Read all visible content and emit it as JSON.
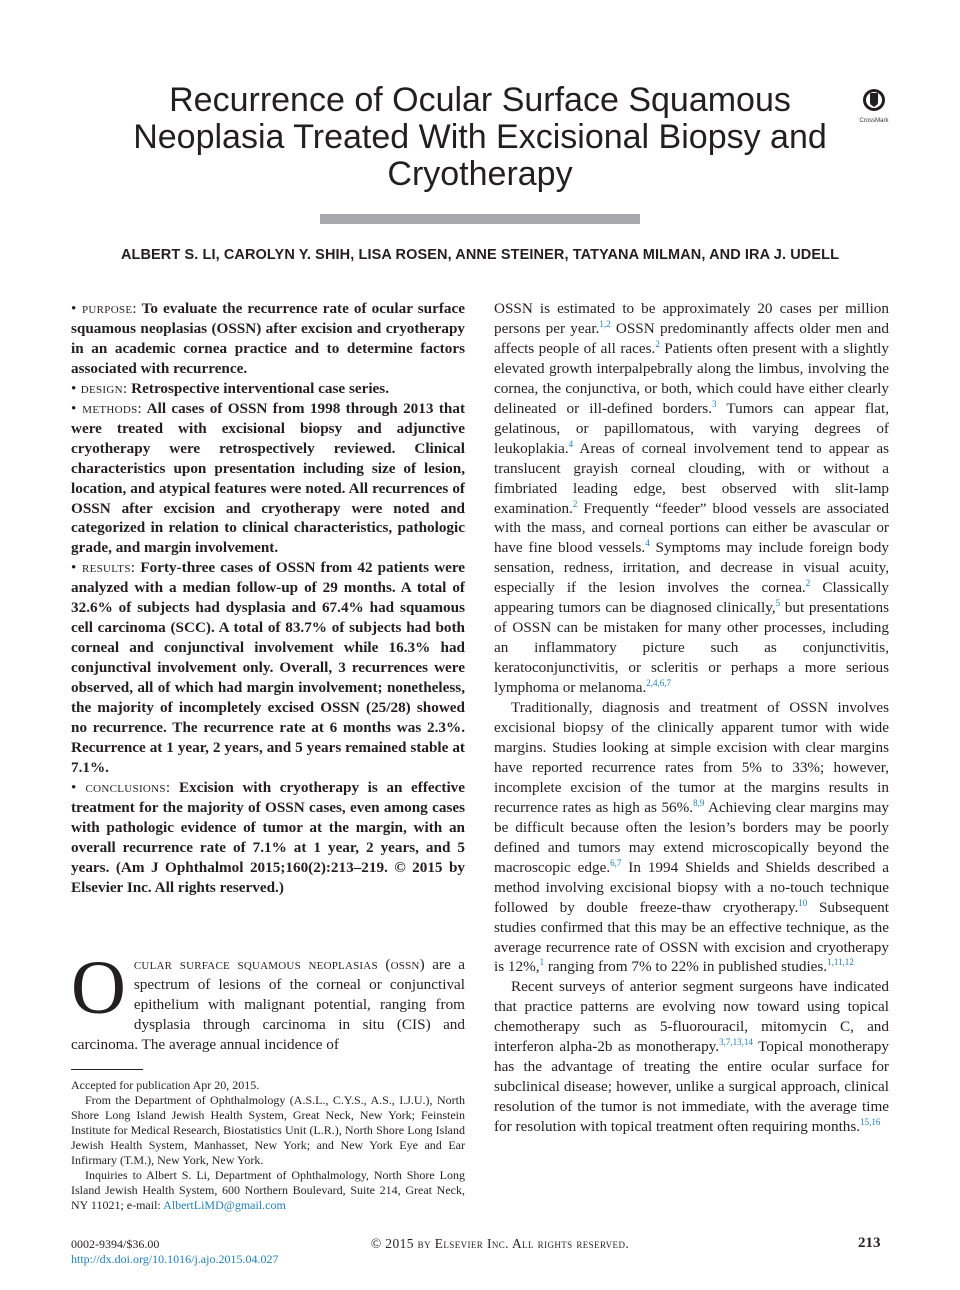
{
  "title": "Recurrence of Ocular Surface Squamous Neoplasia Treated With Excisional Biopsy and Cryotherapy",
  "crossmark_label": "CrossMark",
  "authors": "ALBERT S. LI, CAROLYN Y. SHIH, LISA ROSEN, ANNE STEINER, TATYANA MILMAN, AND IRA J. UDELL",
  "abstract": {
    "purpose_label": "• purpose:",
    "purpose_text": "To evaluate the recurrence rate of ocular surface squamous neoplasias (OSSN) after excision and cryotherapy in an academic cornea practice and to determine factors associated with recurrence.",
    "design_label": "• design:",
    "design_text": "Retrospective interventional case series.",
    "methods_label": "• methods:",
    "methods_text": "All cases of OSSN from 1998 through 2013 that were treated with excisional biopsy and adjunctive cryotherapy were retrospectively reviewed. Clinical characteristics upon presentation including size of lesion, location, and atypical features were noted. All recurrences of OSSN after excision and cryotherapy were noted and categorized in relation to clinical characteristics, pathologic grade, and margin involvement.",
    "results_label": "• results:",
    "results_text": "Forty-three cases of OSSN from 42 patients were analyzed with a median follow-up of 29 months. A total of 32.6% of subjects had dysplasia and 67.4% had squamous cell carcinoma (SCC). A total of 83.7% of subjects had both corneal and conjunctival involvement while 16.3% had conjunctival involvement only. Overall, 3 recurrences were observed, all of which had margin involvement; nonetheless, the majority of incompletely excised OSSN (25/28) showed no recurrence. The recurrence rate at 6 months was 2.3%. Recurrence at 1 year, 2 years, and 5 years remained stable at 7.1%.",
    "conclusions_label": "• conclusions:",
    "conclusions_text": "Excision with cryotherapy is an effective treatment for the majority of OSSN cases, even among cases with pathologic evidence of tumor at the margin, with an overall recurrence rate of 7.1% at 1 year, 2 years, and 5 years.",
    "citation": "(Am J Ophthalmol 2015;160(2):213–219. © 2015 by Elsevier Inc. All rights reserved.)"
  },
  "intro": {
    "dropcap": "O",
    "lead": "cular surface squamous neoplasias (ossn)",
    "text": "are a spectrum of lesions of the corneal or conjunctival epithelium with malignant potential, ranging from dysplasia through carcinoma in situ (CIS) and carcinoma. The average annual incidence of"
  },
  "footnotes": {
    "accepted": "Accepted for publication Apr 20, 2015.",
    "affiliation": "From the Department of Ophthalmology (A.S.L., C.Y.S., A.S., I.J.U.), North Shore Long Island Jewish Health System, Great Neck, New York; Feinstein Institute for Medical Research, Biostatistics Unit (L.R.), North Shore Long Island Jewish Health System, Manhasset, New York; and New York Eye and Ear Infirmary (T.M.), New York, New York.",
    "inquiries": "Inquiries to Albert S. Li, Department of Ophthalmology, North Shore Long Island Jewish Health System, 600 Northern Boulevard, Suite 214, Great Neck, NY 11021; e-mail:",
    "email": "AlbertLiMD@gmail.com"
  },
  "right_column": {
    "p1": [
      {
        "t": "OSSN is estimated to be approximately 20 cases per million persons per year."
      },
      {
        "s": "1,2"
      },
      {
        "t": " OSSN predominantly affects older men and affects people of all races."
      },
      {
        "s": "2"
      },
      {
        "t": " Patients often present with a slightly elevated growth interpalpebrally along the limbus, involving the cornea, the conjunctiva, or both, which could have either clearly delineated or ill-defined borders."
      },
      {
        "s": "3"
      },
      {
        "t": " Tumors can appear flat, gelatinous, or papillomatous, with varying degrees of leukoplakia."
      },
      {
        "s": "4"
      },
      {
        "t": " Areas of corneal involvement tend to appear as translucent grayish corneal clouding, with or without a fimbriated leading edge, best observed with slit-lamp examination."
      },
      {
        "s": "2"
      },
      {
        "t": " Frequently “feeder” blood vessels are associated with the mass, and corneal portions can either be avascular or have fine blood vessels."
      },
      {
        "s": "4"
      },
      {
        "t": " Symptoms may include foreign body sensation, redness, irritation, and decrease in visual acuity, especially if the lesion involves the cornea."
      },
      {
        "s": "2"
      },
      {
        "t": " Classically appearing tumors can be diagnosed clinically,"
      },
      {
        "s": "5"
      },
      {
        "t": " but presentations of OSSN can be mistaken for many other processes, including an inflammatory picture such as conjunctivitis, keratoconjunctivitis, or scleritis or perhaps a more serious lymphoma or melanoma."
      },
      {
        "s": "2,4,6,7"
      }
    ],
    "p2": [
      {
        "t": "Traditionally, diagnosis and treatment of OSSN involves excisional biopsy of the clinically apparent tumor with wide margins. Studies looking at simple excision with clear margins have reported recurrence rates from 5% to 33%; however, incomplete excision of the tumor at the margins results in recurrence rates as high as 56%."
      },
      {
        "s": "8,9"
      },
      {
        "t": " Achieving clear margins may be difficult because often the lesion’s borders may be poorly defined and tumors may extend microscopically beyond the macroscopic edge."
      },
      {
        "s": "6,7"
      },
      {
        "t": " In 1994 Shields and Shields described a method involving excisional biopsy with a no-touch technique followed by double freeze-thaw cryotherapy."
      },
      {
        "s": "10"
      },
      {
        "t": " Subsequent studies confirmed that this may be an effective technique, as the average recurrence rate of OSSN with excision and cryotherapy is 12%,"
      },
      {
        "s": "1"
      },
      {
        "t": " ranging from 7% to 22% in published studies."
      },
      {
        "s": "1,11,12"
      }
    ],
    "p3": [
      {
        "t": "Recent surveys of anterior segment surgeons have indicated that practice patterns are evolving now toward using topical chemotherapy such as 5-fluorouracil, mitomycin C, and interferon alpha-2b as monotherapy."
      },
      {
        "s": "3,7,13,14"
      },
      {
        "t": " Topical monotherapy has the advantage of treating the entire ocular surface for subclinical disease; however, unlike a surgical approach, clinical resolution of the tumor is not immediate, with the average time for resolution with topical treatment often requiring months."
      },
      {
        "s": "15,16"
      }
    ]
  },
  "footer": {
    "issn": "0002-9394/$36.00",
    "doi": "http://dx.doi.org/10.1016/j.ajo.2015.04.027",
    "copyright": "© 2015 by Elsevier Inc. All rights reserved.",
    "page": "213"
  },
  "colors": {
    "text": "#231f20",
    "link": "#1f7db8",
    "rule": "#a7a9ac"
  }
}
